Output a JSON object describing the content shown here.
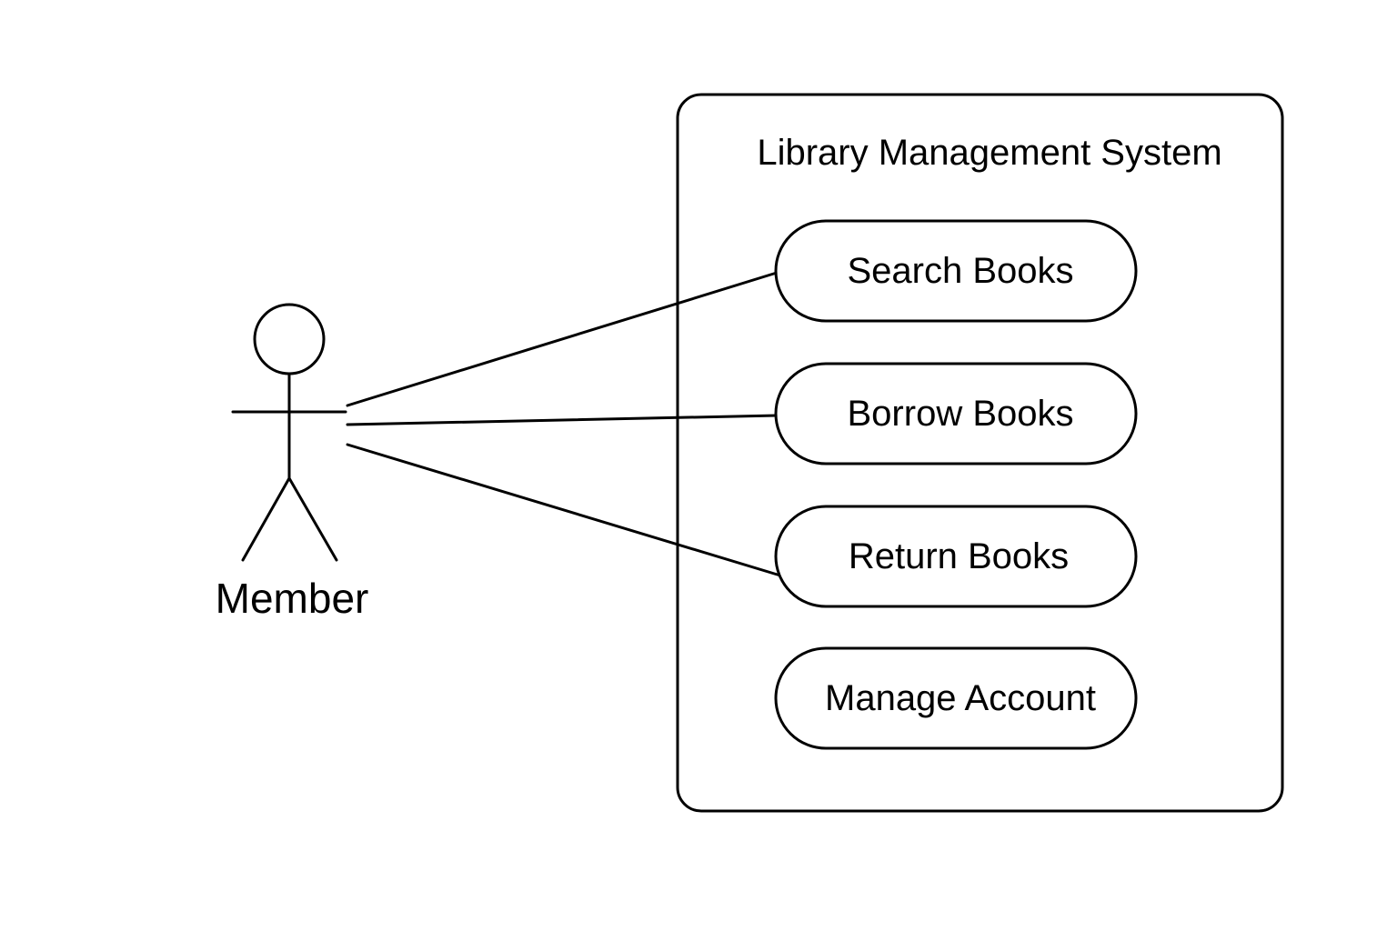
{
  "diagram": {
    "system": {
      "title": "Library Management System"
    },
    "actor": {
      "name": "Member"
    },
    "use_cases": [
      {
        "label": "Search Books",
        "connected": true
      },
      {
        "label": "Borrow Books",
        "connected": true
      },
      {
        "label": "Return Books",
        "connected": true
      },
      {
        "label": "Manage Account",
        "connected": false
      }
    ]
  }
}
